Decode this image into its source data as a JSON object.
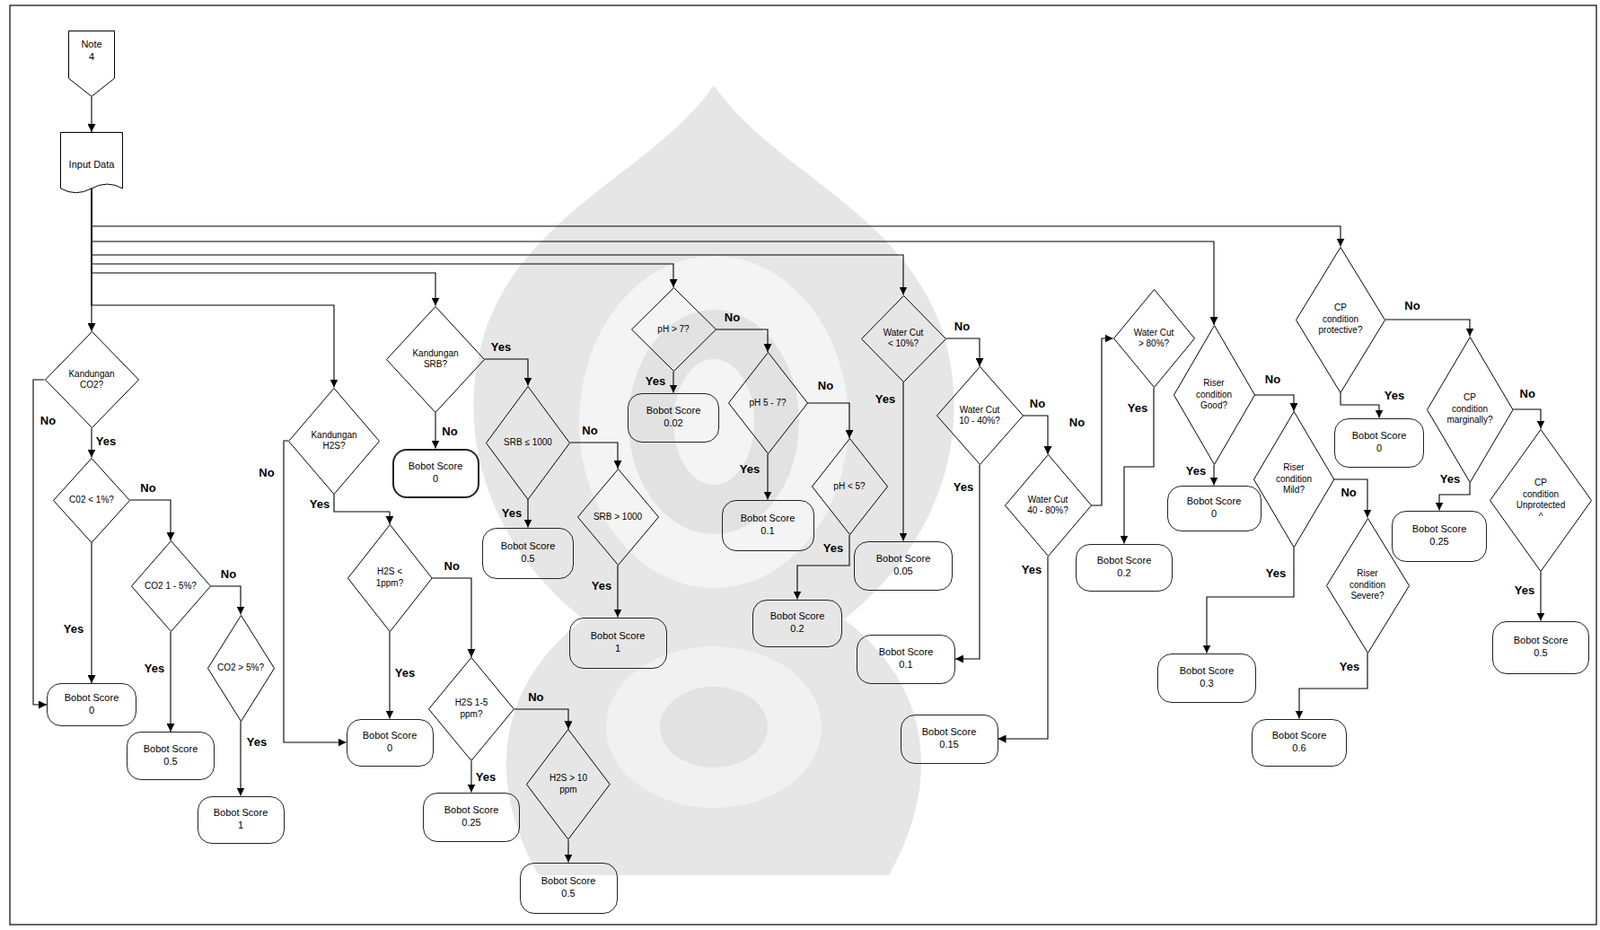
{
  "diagram": {
    "nodes": [
      {
        "text": [
          "Note 4"
        ]
      },
      {
        "text": [
          "Input Data"
        ]
      },
      {
        "text": [
          "Kandungan CO2?"
        ]
      },
      {
        "text": [
          "C02 < 1%?"
        ]
      },
      {
        "text": [
          "CO2 1 - 5%?"
        ]
      },
      {
        "text": [
          "CO2 > 5%?"
        ]
      },
      {
        "text": [
          "Bobot Score 0"
        ]
      },
      {
        "text": [
          "Bobot Score 0.5"
        ]
      },
      {
        "text": [
          "Bobot Score 1"
        ]
      },
      {
        "text": [
          "Kandungan H2S?"
        ]
      },
      {
        "text": [
          "H2S < 1ppm?"
        ]
      },
      {
        "text": [
          "H2S 1-5 ppm?"
        ]
      },
      {
        "text": [
          "H2S > 10 ppm"
        ]
      },
      {
        "text": [
          "Bobot Score 0"
        ]
      },
      {
        "text": [
          "Bobot Score 0.25"
        ]
      },
      {
        "text": [
          "Bobot Score 0.5"
        ]
      },
      {
        "text": [
          "Kandungan SRB?"
        ]
      },
      {
        "text": [
          "SRB ≤ 1000"
        ]
      },
      {
        "text": [
          "SRB > 1000"
        ]
      },
      {
        "text": [
          "Bobot Score 0"
        ]
      },
      {
        "text": [
          "Bobot Score 0.5"
        ]
      },
      {
        "text": [
          "Bobot Score 1"
        ]
      },
      {
        "text": [
          "pH > 7?"
        ]
      },
      {
        "text": [
          "pH 5 - 7?"
        ]
      },
      {
        "text": [
          "pH < 5?"
        ]
      },
      {
        "text": [
          "Bobot Score 0.02"
        ]
      },
      {
        "text": [
          "Bobot Score 0.1"
        ]
      },
      {
        "text": [
          "Bobot Score 0.2"
        ]
      },
      {
        "text": [
          "Water Cut < 10%?"
        ]
      },
      {
        "text": [
          "Water Cut 10 - 40%?"
        ]
      },
      {
        "text": [
          "Water Cut 40 - 80%?"
        ]
      },
      {
        "text": [
          "Water Cut > 80%?"
        ]
      },
      {
        "text": [
          "Bobot Score 0.05"
        ]
      },
      {
        "text": [
          "Bobot Score 0.1"
        ]
      },
      {
        "text": [
          "Bobot Score 0.15"
        ]
      },
      {
        "text": [
          "Bobot Score 0.2"
        ]
      },
      {
        "text": [
          "Riser condition Good?"
        ]
      },
      {
        "text": [
          "Riser condition Mild?"
        ]
      },
      {
        "text": [
          "Riser condition Severe?"
        ]
      },
      {
        "text": [
          "Bobot Score 0"
        ]
      },
      {
        "text": [
          "Bobot Score 0.3"
        ]
      },
      {
        "text": [
          "Bobot Score 0.6"
        ]
      },
      {
        "text": [
          "CP condition protective?"
        ]
      },
      {
        "text": [
          "CP condition marginally?"
        ]
      },
      {
        "text": [
          "CP condition Unprotected ^"
        ]
      },
      {
        "text": [
          "Bobot Score 0"
        ]
      },
      {
        "text": [
          "Bobot Score 0.25"
        ]
      },
      {
        "text": [
          "Bobot Score 0.5"
        ]
      }
    ],
    "edges": [
      {
        "from": 0,
        "to": 1,
        "arrow": "to"
      },
      {
        "from": 1,
        "to": 2,
        "arrow": "to"
      },
      {
        "from": 1,
        "to": 9,
        "arrow": "to"
      },
      {
        "from": 1,
        "to": 16,
        "arrow": "to"
      },
      {
        "from": 1,
        "to": 22,
        "arrow": "to"
      },
      {
        "from": 1,
        "to": 28,
        "arrow": "to"
      },
      {
        "from": 1,
        "to": 36,
        "arrow": "to"
      },
      {
        "from": 1,
        "to": 42,
        "arrow": "to"
      },
      {
        "from": 2,
        "to": 3,
        "label": "Yes",
        "arrow": "to"
      },
      {
        "from": 2,
        "to": 6,
        "label": "No",
        "arrow": "to"
      },
      {
        "from": 3,
        "to": 6,
        "label": "Yes",
        "arrow": "to"
      },
      {
        "from": 3,
        "to": 4,
        "label": "No",
        "arrow": "to"
      },
      {
        "from": 4,
        "to": 7,
        "label": "Yes",
        "arrow": "to"
      },
      {
        "from": 4,
        "to": 5,
        "label": "No",
        "arrow": "to"
      },
      {
        "from": 5,
        "to": 8,
        "label": "Yes",
        "arrow": "to"
      },
      {
        "from": 9,
        "to": 10,
        "label": "Yes",
        "arrow": "to"
      },
      {
        "from": 9,
        "to": 13,
        "label": "No",
        "arrow": "to"
      },
      {
        "from": 10,
        "to": 13,
        "label": "Yes",
        "arrow": "to"
      },
      {
        "from": 10,
        "to": 11,
        "label": "No",
        "arrow": "to"
      },
      {
        "from": 11,
        "to": 14,
        "label": "Yes",
        "arrow": "to"
      },
      {
        "from": 11,
        "to": 12,
        "label": "No",
        "arrow": "to"
      },
      {
        "from": 12,
        "to": 15,
        "arrow": "to"
      },
      {
        "from": 16,
        "to": 17,
        "label": "Yes",
        "arrow": "to"
      },
      {
        "from": 16,
        "to": 19,
        "label": "No",
        "arrow": "to"
      },
      {
        "from": 17,
        "to": 20,
        "label": "Yes",
        "arrow": "to"
      },
      {
        "from": 17,
        "to": 18,
        "label": "No",
        "arrow": "to"
      },
      {
        "from": 18,
        "to": 21,
        "label": "Yes",
        "arrow": "to"
      },
      {
        "from": 22,
        "to": 25,
        "label": "Yes",
        "arrow": "to"
      },
      {
        "from": 22,
        "to": 23,
        "label": "No",
        "arrow": "to"
      },
      {
        "from": 23,
        "to": 26,
        "label": "Yes",
        "arrow": "to"
      },
      {
        "from": 23,
        "to": 24,
        "label": "No",
        "arrow": "to"
      },
      {
        "from": 24,
        "to": 27,
        "label": "Yes",
        "arrow": "to"
      },
      {
        "from": 28,
        "to": 32,
        "label": "Yes",
        "arrow": "to"
      },
      {
        "from": 28,
        "to": 29,
        "label": "No",
        "arrow": "to"
      },
      {
        "from": 29,
        "to": 33,
        "label": "Yes",
        "arrow": "to"
      },
      {
        "from": 29,
        "to": 30,
        "label": "No",
        "arrow": "to"
      },
      {
        "from": 30,
        "to": 34,
        "label": "Yes",
        "arrow": "to"
      },
      {
        "from": 30,
        "to": 31,
        "label": "No",
        "arrow": "to"
      },
      {
        "from": 31,
        "to": 35,
        "label": "Yes",
        "arrow": "to"
      },
      {
        "from": 36,
        "to": 39,
        "label": "Yes",
        "arrow": "to"
      },
      {
        "from": 36,
        "to": 37,
        "label": "No",
        "arrow": "to"
      },
      {
        "from": 37,
        "to": 40,
        "label": "Yes",
        "arrow": "to"
      },
      {
        "from": 37,
        "to": 38,
        "label": "No",
        "arrow": "to"
      },
      {
        "from": 38,
        "to": 41,
        "label": "Yes",
        "arrow": "to"
      },
      {
        "from": 42,
        "to": 45,
        "label": "Yes",
        "arrow": "to"
      },
      {
        "from": 42,
        "to": 43,
        "label": "No",
        "arrow": "to"
      },
      {
        "from": 43,
        "to": 46,
        "label": "Yes",
        "arrow": "to"
      },
      {
        "from": 43,
        "to": 44,
        "label": "No",
        "arrow": "to"
      },
      {
        "from": 44,
        "to": 47,
        "label": "Yes",
        "arrow": "to"
      }
    ]
  }
}
